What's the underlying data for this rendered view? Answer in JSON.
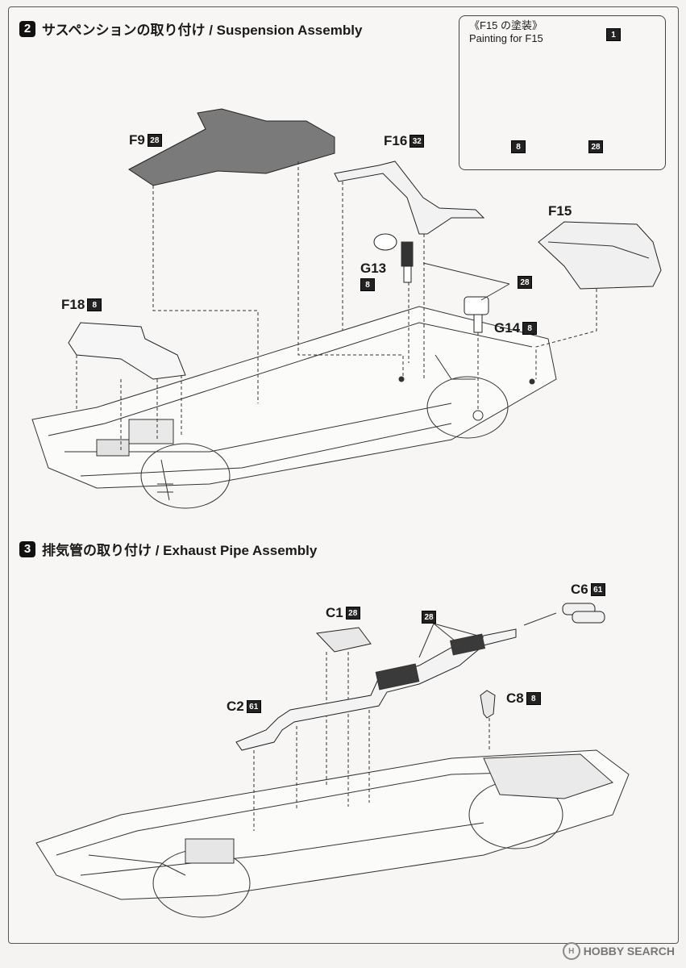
{
  "step2": {
    "number": "2",
    "title": "サスペンションの取り付け / Suspension Assembly",
    "parts": {
      "f9": {
        "name": "F9",
        "code": "28"
      },
      "f16": {
        "name": "F16",
        "code": "32"
      },
      "f15": {
        "name": "F15"
      },
      "f18": {
        "name": "F18",
        "code": "8"
      },
      "g13": {
        "name": "G13",
        "code": "8"
      },
      "g14": {
        "name": "G14",
        "code": "8"
      },
      "callout_code": "28"
    },
    "inset": {
      "title_jp": "《F15 の塗装》",
      "title_en": "Painting for F15",
      "code_a": "1",
      "code_b": "8",
      "code_c": "28"
    }
  },
  "step3": {
    "number": "3",
    "title": "排気管の取り付け / Exhaust Pipe Assembly",
    "parts": {
      "c1": {
        "name": "C1",
        "code": "28"
      },
      "c2": {
        "name": "C2",
        "code": "61"
      },
      "c6": {
        "name": "C6",
        "code": "61"
      },
      "c8": {
        "name": "C8",
        "code": "8"
      },
      "callout_code": "28"
    }
  },
  "watermark": {
    "logo": "H",
    "text": "HOBBY SEARCH"
  }
}
